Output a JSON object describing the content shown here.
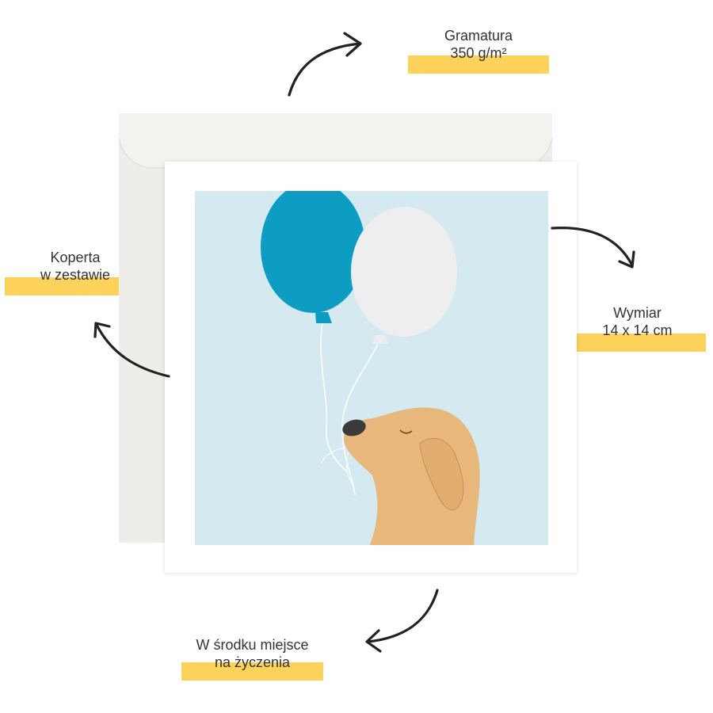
{
  "colors": {
    "highlight": "#FCD25A",
    "envelope": "#EEEDEA",
    "card": "#FFFFFF",
    "sky": "#D4E9F0",
    "balloon_blue": "#0E9DC2",
    "balloon_white": "#EEEEF0",
    "dog": "#E8B77B",
    "arrow": "#222222"
  },
  "labels": {
    "weight_title": "Gramatura",
    "weight_value": "350 g/m²",
    "envelope_line1": "Koperta",
    "envelope_line2": "w zestawie",
    "size_title": "Wymiar",
    "size_value": "14 x 14 cm",
    "inside_line1": "W środku miejsce",
    "inside_line2": "na życzenia"
  },
  "icons": [
    "curved-arrow-icon"
  ]
}
